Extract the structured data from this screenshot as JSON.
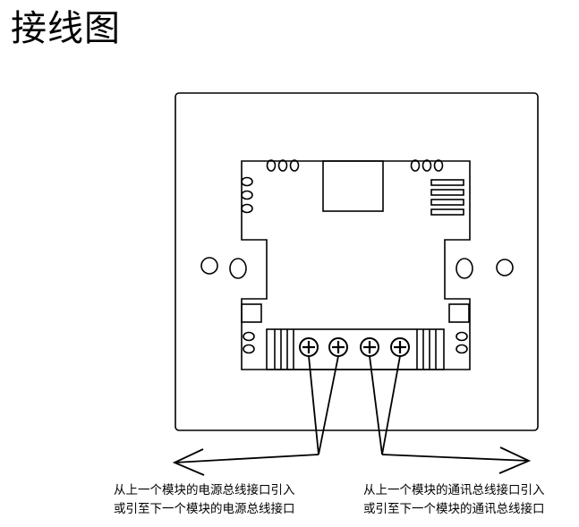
{
  "title": "接线图",
  "captions": {
    "power": {
      "line1": "从上一个模块的电源总线接口引入",
      "line2": "或引至下一个模块的电源总线接口"
    },
    "comm": {
      "line1": "从上一个模块的通讯总线接口引入",
      "line2": "或引至下一个模块的通讯总线接口"
    }
  },
  "terminal_count": 4,
  "colors": {
    "line": "#000000",
    "background": "#ffffff"
  }
}
